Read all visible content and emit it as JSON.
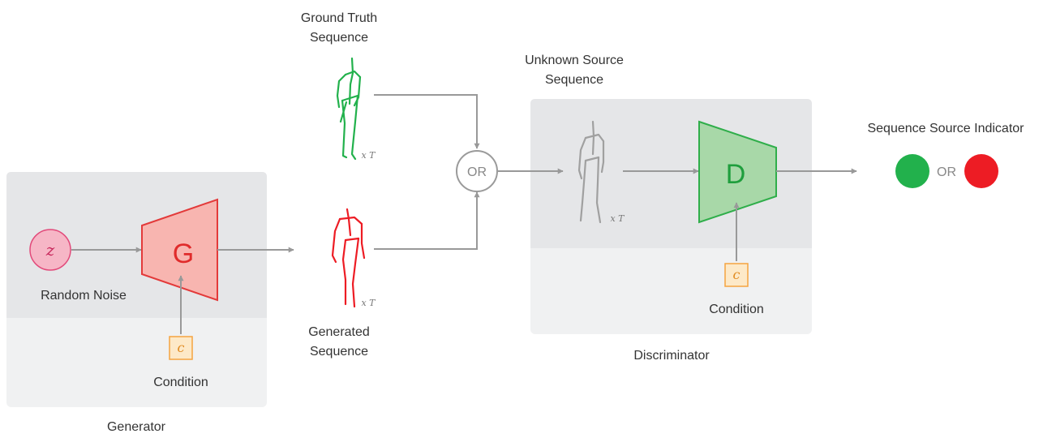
{
  "generator": {
    "title": "Generator",
    "noise_symbol": "z",
    "noise_label": "Random Noise",
    "block_letter": "G",
    "condition_symbol": "c",
    "condition_label": "Condition"
  },
  "ground_truth": {
    "label_line1": "Ground Truth",
    "label_line2": "Sequence",
    "times": "x T"
  },
  "generated": {
    "label_line1": "Generated",
    "label_line2": "Sequence",
    "times": "x T"
  },
  "or_node": {
    "label": "OR"
  },
  "unknown": {
    "label_line1": "Unknown Source",
    "label_line2": "Sequence",
    "times": "x T"
  },
  "discriminator": {
    "title": "Discriminator",
    "block_letter": "D",
    "condition_symbol": "c",
    "condition_label": "Condition"
  },
  "indicator": {
    "title": "Sequence Source Indicator",
    "or_label": "OR"
  },
  "colors": {
    "real": "#22b14c",
    "fake": "#ed1c24",
    "arrow": "#999999",
    "panel_dark": "#e5e6e8",
    "panel_light": "#f0f1f2",
    "generator_fill": "#f8b5b0",
    "generator_stroke": "#e33a3a",
    "discriminator_fill": "#a8d8a8",
    "discriminator_stroke": "#2fae4a",
    "condition_fill": "#fde9c8",
    "condition_stroke": "#f5a440",
    "noise_fill": "#f6b6c6",
    "noise_stroke": "#e24a7a"
  }
}
